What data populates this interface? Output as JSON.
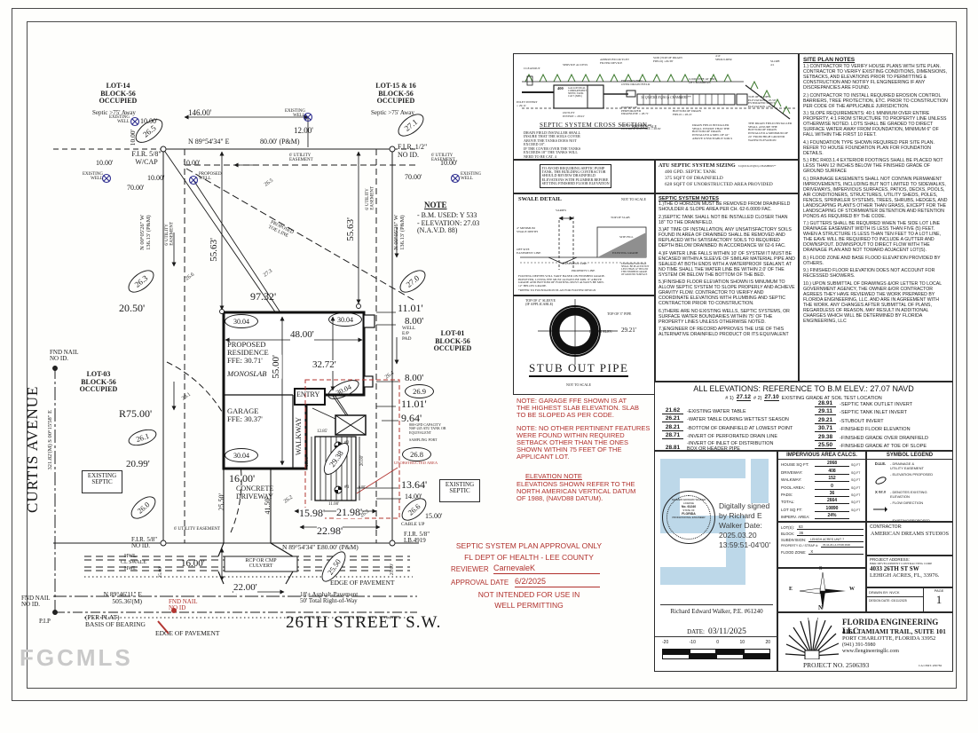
{
  "watermark": "FGCMLS",
  "plan": {
    "street": "26TH STREET S.W.",
    "avenue": "CURTIS AVENUE",
    "avenue_bearing": "321.82'(M) S 00°15'58\" E",
    "lot14": "LOT-14\nBLOCK-56\nOCCUPIED",
    "lot14_septic": "Septic >75' Away",
    "lot1516": "LOT-15 & 16\nBLOCK-56\nOCCUPIED",
    "lot1516_septic": "Septic >75' Away",
    "lot03": "LOT-03\nBLOCK-56\nOCCUPIED",
    "lot01": "LOT-01\nBLOCK-56\nOCCUPIED",
    "bearing_top": "N 89°54'34\" E",
    "dim_80": "80.00' (P&M)",
    "dim_146": "146.00'",
    "dim_12": "12.00'",
    "existing_well": "EXISTING\nWELL",
    "proposed_well": "PROPOSED\nWELL",
    "fir_cap": "F.I.R. 5/8\"\nW/CAP",
    "fir_half": "F.I.R. 1/2\"\nNO ID.",
    "fir_noid": "F.I.R. 5/8\"\nNO ID.",
    "fir_lb": "F.I.R. 5/8\"\nLB.4919",
    "cable_up": "CABLE  UP",
    "dim_10": "10.00'",
    "dim_70": "70.00'",
    "easement": "6' UTILITY\nEASEMENT",
    "easement_h": "6' UTILITY EASEMENT",
    "bearing_west": "N 00°05'26\" W\n136.13' (P&M)",
    "dim_5563": "55.63'",
    "dim_9732": "97.32'",
    "dim_2050": "20.50'",
    "dim_1101": "11.01'",
    "dim_800": "8.00'",
    "note_title": "NOTE",
    "note_body": "- B.M. USED: Y 533\n- ELEVATION: 27.03\n  (N.A.V.D. 88)",
    "toe_line": "PROPOSED\nTOE LINE",
    "house": "PROPOSED\nRESIDENCE\nFFE:  30.71'",
    "monoslab": "MONOSLAB",
    "dim_4800": "48.00'",
    "dim_3272": "32.72'",
    "dim_5500": "55.00'",
    "garage": "GARAGE\nFFE:  30.37'",
    "entry": "ENTRY",
    "walkway": "WALKWAY",
    "well_pad": "WELL\nE/P\nPAD",
    "dim_964": "9.64'",
    "atu_tank": "800-GPD CAPACITY\nNSF-245 ATU TANK OR\nEQUIVALENT",
    "sampling_port": "SAMPLING PORT",
    "unobstructed": "UNOBSTRUCTED AREA",
    "dim_1364": "13.64'",
    "dim_1400": "14.00'",
    "dim_1500": "15.00'",
    "existing_septic": "EXISTING\nSEPTIC",
    "r75": "R75.00'",
    "dim_2099": "20.99'",
    "dim_1600": "16.00'",
    "driveway": "CONCRETE\nDRIVEWAY",
    "dim_2550": "25.50'",
    "dim_4150": "41.50'",
    "dim_1285": "12.85'",
    "dim_2000": "20.00'",
    "dim_1100": "11.00'",
    "dim_600": "6.00'",
    "boring1": "#1",
    "boring2": "#2",
    "dim_1598": "15.98'",
    "dim_2198": "21.98'",
    "dim_2298": "22.98'",
    "hwl": "HWL",
    "cl_swale": "CL SWALE",
    "culvert": "RCP OR CMP\nCULVERT",
    "dim_2200": "22.00'",
    "dim_2500": "25.00'",
    "edge_pavement": "EDGE OF PAVEMENT",
    "asphalt": "18'± Asphalt-Pavement\n50' Total Right-of-Way",
    "basis_bearing": "N 89°46'11\" E\n505.36'(M)",
    "per_plat": "(PER PLAT)\nBASIS OF BEARING",
    "fnd_nail": "FND NAIL\nNO ID.",
    "pip": "P.I.P",
    "fnd_nail_red": "FND NAIL\nNO ID",
    "ovals": [
      "26.5",
      "26.3",
      "27.1",
      "27.0",
      "30.04",
      "30.04",
      "30.04",
      "30.04",
      "26.9",
      "26.8",
      "26.6",
      "26.1",
      "26.0",
      "29.38",
      "25.50"
    ],
    "spots": [
      "26.5",
      "26.6",
      "27.3",
      "28.1",
      "26.2",
      "26.3",
      "26.4"
    ]
  },
  "red_notes": {
    "garage": "NOTE: GARAGE FFE SHOWN IS AT\nTHE HIGHEST SLAB ELEVATION. SLAB\nTO BE SLOPED AS PER CODE.",
    "features": "NOTE: NO OTHER PERTINENT FEATURES\nWERE FOUND WITHIN REQUIRED\nSETBACK OTHER THAN THE ONES\nSHOWN WITHIN 75 FEET OF THE\nAPPLICANT LOT.",
    "elev_title": "ELEVATION NOTE",
    "elev_body": "ELEVATIONS SHOWN REFER TO THE\nNORTH AMERICAN VERTICAL DATUM\nOF 1988, (NAVD88 DATUM)."
  },
  "approval": {
    "line1": "SEPTIC SYSTEM PLAN  APPROVAL ONLY",
    "line2": "FL DEPT OF HEALTH - LEE COUNTY",
    "reviewer_label": "REVIEWER",
    "reviewer": "CarnevaleK",
    "date_label": "APPROVAL DATE",
    "date": "6/2/2025",
    "line3": "NOT INTENDED FOR USE IN",
    "line4": "WELL PERMITTING"
  },
  "cross": {
    "title": "SEPTIC SYSTEM CROSS SECTION",
    "nts": "NOT TO SCALE",
    "cleanout": "CLEANOUT",
    "service": "SERVICE ACCESS",
    "filter": "APPROVED OUTLET\nFILTER DEVICE",
    "sod": "SOD (TOP OF DRAIN\nFIELD) =29.38'",
    "shoulder": "4'-6'\nSHOULDER",
    "slope": "SLOPE\n4:1",
    "inlet": "INLET INVERT\n=  29.11'",
    "tank400": "400",
    "tank": "GALLON DUAL\nCOMPARTMENT\nSEPTIC TANK\nCAT 3 (MIN.)",
    "outlet": "OUTLET\nINVERT =  28.91'",
    "fabric": "FILTER FABRIC\nOVER DRAIN FIELD",
    "chambers": "34 QUICK4 EQ36 lp CHAMBERS**",
    "look": "LOOK PIPE AT END\nOF CHAMBERS",
    "bottom": "BOTTOM OF DRAIN\nFIELD  =  28.21'",
    "perf": "INVERT OF\nPERFORATED\nDRAINLINE =  28.71'",
    "dbox": "INVERT OF INLET OF\nDISTRIBUTION BOX =  28.81'",
    "toe": "TOE OF SLOPE\nELEVATION = 25.50'\nESTIMATED SHWT\nELEVATION =26.21'",
    "installer1": "DRAIN FIELD INSTALLER\nSHALL INSURE THAT THE\nBOTTOM OF DRAIN\nINSTALLED A MIN. OF 42\"\nABOVE UNSUITABLE SOILS",
    "installer2": "THE DRAIN FIELD INSTALLER\nSHALL ASSURE THE\nBOTTOM OF DRAIN\nINSTALLED A MINIMUM OF\n24\" FROM HIGH GROUND\nWATER ELEVATION",
    "note1": "DRAIN FIELD INSTALLER SHALL\nINSURE THAT THE SOILS COVER\nABOVE THE TANKS DOES NOT\nEXCEED 18\".\nIF THE COVER OVER THE TANKS\nEXCEEDS 18\" THE TANKS WILL\nNEED TO BE CAT. 4",
    "note2": "TO AVOID REQUIRING SEPTIC PUMP\nTANK, THE BUILDING CONTRACTOR\nSHOULD REVIEW DRAINFIELD\nELEVATIONS WITH PLUMBER BEFORE\nSETTING FINISHED FLOOR ELEVATION"
  },
  "swale": {
    "title": "SWALE DETAIL",
    "nts": "NOT TO SCALE",
    "varies": "VARIES",
    "top_slab": "TOP OF SLAB",
    "site_fill": "SITE FILL",
    "existing_grade": "EXISTING GRADE",
    "easement_line": "EASEMENT LINE",
    "property_line": "PROPERTY LINE",
    "min_depth": "4\" MINIMUM\nSWALE DEPTH",
    "offsite": "OFF SITE\nEASEMENT LINE",
    "footing": "EXTERIOR FOOTINGS\nSHALL BE PLACED NOT\nLESS THAN 12\" BELOW\nTHE FINISHED GRADE\nOF GROUND SURFACE",
    "note": "FOOTING DEPTHS WILL VARY BASED ON FINISHED GRADE.\nHOWEVER, LIVING FFE MUST ALWAYS BE MIN. 8\" ABOVE\nGRADE AND BOTTOM OF FOOTING MUST ALWAYS BE MIN.\n12\" BELOW GRADE.",
    "note2": "*REFER TO FOUNDATION PLAN FOR FOOTER DESIGN"
  },
  "stub": {
    "title": "STUB OUT PIPE",
    "nts": "NOT TO SCALE",
    "sleeve": "TOP OF 4\" SLEEVE\n(IF APPLICABLE)",
    "pipe": "TOP OF 3\" PIPE",
    "invert_label": "INVERT ELEV:",
    "invert": "29.21'"
  },
  "sizing": {
    "title": "ATU  SEPTIC SYSTEM SIZING",
    "chambers": "34 QUICK4 EQ36 lp CHAMBERS**",
    "rows": [
      "400  GPD. SEPTIC TANK",
      "375  SQFT  OF DRAINFIELD",
      "628  SQFT OF UNOBSTRUCTED AREA PROVIDED"
    ]
  },
  "septic_notes": {
    "title": "SEPTIC SYSTEM NOTES",
    "items": [
      "1.)THE O HORIZON MUST BE REMOVED FROM DRAINFIELD SHOULDER & SLOPE AREA PER CH. 62-6.0009 FAC.",
      "2.)SEPTIC TANK SHALL NOT BE INSTALLED CLOSER THAN 18\" TO THE DRAINFIELD.",
      "3.)AT TIME OF INSTALLATION, ANY UNSATISFACTORY SOILS FOUND IN AREA OF DRAINBED SHALL BE REMOVED AND REPLACED WITH SATISFACTORY SOILS TO REQUIRED DEPTH BELOW DRAINBED IN ACCORDANCE W/ 62-6 FAC.",
      "4.)IF WATER LINE FALLS WITHIN 10' OF SYSTEM IT MUST BE ENCASED WITHIN A SLEEVE OF SIMILAR MATERIAL PIPE AND SEALED AT BOTH ENDS WITH A WATERPROOF SEALANT. AT NO TIME SHALL THE WATER LINE BE WITHIN 2.0' OF THE SYSTEM OR BELOW THE BOTTOM OF THE BED.",
      "5.)FINISHED FLOOR ELEVATION SHOWN IS MINUMUM TO ALLOW SEPTIC SYSTEM TO SLOPE PROPERLY AND ACHIEVE GRAVITY FLOW. CONTRACTOR TO VERIFY AND COORDINATE ELEVATIONS WITH PLUMBING AND SEPTIC CONTRACTOR PRIOR TO CONSTRUCTION.",
      "6.)THERE ARE NO EXISTING WELLS, SEPTIC SYSTEMS, OR SURFACE WATER BOUNDARIES WITHIN 75' OF THE PROPERTY LINES UNLESS OTHERWISE NOTED.",
      "7.)ENGINEER OF RECORD APPROVES THE USE OF THIS ALTERNATIVE DRAINFIELD PRODUCT OR ITS EQUIVALENT"
    ]
  },
  "spn": {
    "title": "SITE PLAN NOTES",
    "items": [
      "1.) CONTRACTOR TO VERIFY HOUSE PLANS WITH SITE PLAN. CONTRACTOR TO VERIFY EXISTING CONDITIONS, DIMENSIONS, SETBACKS, AND ELEVATIONS PRIOR TO PERMITTING & CONSTRUCTION AND NOTIFY FL ENGINEERING IF ANY DISCREPANCIES ARE FOUND.",
      "2.) CONTRACTOR TO INSTALL REQUIRED EROSION CONTROL BARRIERS, TREE PROTECTION, ETC. PRIOR TO CONSTRUCTION PER CODE OF THE APPLICABLE JURISDICTION.",
      "3.) SLOPE REQUIREMENTS: 40:1 MINIMUM OVER ENTIRE PROPERTY, 4:1 FROM STRUCTURE TO PROPERTY LINE UNLESS OTHERWISE NOTED. LOTS SHALL BE GRADED TO DIRECT SURFACE WATER AWAY FROM FOUNDATION, MINIMUM 6\" OF FALL WITHIN THE FIRST 10 FEET.",
      "4.) FOUNDATION TYPE SHOWN REQUIRED PER SITE PLAN. REFER TO HOUSE FOUNDATION PLAN FOR FOUNDATION DETAILS.",
      "5.) FBC R403.1.4 EXTERIOR FOOTINGS SHALL BE PLACED NOT LESS THAN 12 INCHES BELOW THE FINISHED GRADE OF GROUND SURFACE",
      "6.) DRAINAGE EASEMENTS SHALL NOT CONTAIN PERMANENT IMPROVEMENTS, INCLUDING BUT NOT LIMITED TO SIDEWALKS, DRIVEWAYS, IMPERVIOUS SURFACES, PATIOS, DECKS, POOLS, AIR CONDITIONERS, STRUCTURES, UTILITY SHEDS, POLES, FENCES, SPRINKLER SYSTEMS, TREES, SHRUBS, HEDGES, AND LANDSCAPING PLANTS OTHER THAN GRASS, EXCEPT FOR THE LANDSCAPING OF STORMWATER DETENTION AND RETENTION PONDS AS REQUIRED BY THE CODE.",
      "7.) GUTTERS SHALL BE REQUIRED WHEN THE SIDE LOT LINE DRAINAGE EASEMENT WIDTH IS LESS THAN FIVE (5) FEET. WHEN A STRUCTURE IS LESS THAN TEN FEET TO A LOT LINE, THE EAVE WILL BE REQUIRED TO INCLUDE A GUTTER AND DOWNSPOUT. DOWNSPOUT TO DIRECT FLOW WITH THE DRAINAGE PLAN AND NOT TOWARD ADJACENT LOT(S).",
      "8.) FLOOD ZONE AND BASE FLOOD ELEVATION PROVIDED BY OTHERS.",
      "9.) FINISHED FLOOR ELEVATION DOES NOT ACCOUNT FOR RECESSED SHOWERS.",
      "10.) UPON SUBMITTAL OF DRAWINGS &/OR LETTER TO LOCAL GOVERNMENT AGENCY, THE OWNER &/OR CONTRACTOR AGREES THEY HAVE REVIEWED THE WORK PREPARED BY FLORIDA ENGINEERING, LLC. AND ARE IN AGREEMENT WITH THE WORK. ANY CHANGES AFTER SUBMITTAL OF PLANS, REGARDLESS OF REASON, MAY RESULT IN ADDITIONAL CHARGES WHICH WILL BE DETERMINED BY FLORIDA ENGINEERING, LLC"
    ]
  },
  "elev": {
    "title": "ALL ELEVATIONS: REFERENCE TO B.M ELEV.: 27.07   NAVD",
    "s1l": "# 1)",
    "s1": "27.12",
    "s2l": "# 2)",
    "s2": "27.10",
    "sdesc": "EXISTING GRADE AT SOIL TEST LOCATION",
    "left": [
      {
        "v": "21.62",
        "d": "-EXISTING WATER TABLE"
      },
      {
        "v": "26.21",
        "d": "-WATER TABLE DURING WETTEST SEASON"
      },
      {
        "v": "28.21",
        "d": "-BOTTOM OF DRAINFIELD AT LOWEST POINT"
      },
      {
        "v": "28.71",
        "d": "-INVERT OF PERFORATED  DRAIN LINE"
      },
      {
        "v": "28.81",
        "d": "-INVERT OF INLET OF DISTRIBUTION\nBOX OR HEADER PIPE"
      }
    ],
    "right": [
      {
        "v": "28.91",
        "d": "-SEPTIC TANK OUTLET INVERT"
      },
      {
        "v": "29.11",
        "d": "-SEPTIC TANK INLET INVERT"
      },
      {
        "v": "29.21",
        "d": "-STUBOUT INVERT"
      },
      {
        "v": "30.71",
        "d": "-FINISHED FLOOR ELEVATION"
      },
      {
        "v": "29.38",
        "d": "-FINISHED GRADE OVER DRAINFIELD"
      },
      {
        "v": "25.50",
        "d": "-FINISHED GRADE AT TOE OF SLOPE"
      }
    ]
  },
  "calcs": {
    "title": "IMPERVIOUS AREA CALCS.",
    "rows": [
      {
        "l": "HOUSE SQ FT:",
        "v": "2068",
        "u": "SQ.FT"
      },
      {
        "l": "DRIVEWAY:",
        "v": "408",
        "u": "SQ.FT"
      },
      {
        "l": "WALKWAY:",
        "v": "152",
        "u": "SQ.FT"
      },
      {
        "l": "POOL AREA:",
        "v": "0",
        "u": "SQ.FT"
      },
      {
        "l": "PADS:",
        "v": "36",
        "u": "SQ.FT"
      },
      {
        "l": "TOTAL:",
        "v": "2664",
        "u": "SQ.FT"
      },
      {
        "l": "LOT SQ FT:",
        "v": "10890",
        "u": "SQ.FT"
      },
      {
        "l": "IMPERV. AREA:",
        "v": "24%",
        "u": ""
      }
    ]
  },
  "legend": {
    "title": "SYMBOL LEGEND",
    "due_sym": "D.U.E.",
    "due": "- DRAINAGE &\n  UTILITY EASEMENT",
    "oval": "- ELEVATION PROPOSED",
    "x_sym": "X ##.#",
    "x": "- DENOTES EXISTING\n  ELEVATION",
    "flow": "- FLOW DIRECTION",
    "well": "- EXISTING/PROPOSED\n  WELL",
    "boring": "- DENOTES SOIL\n  BORING LOCATION"
  },
  "sig": {
    "digital": "Digitally signed by Richard E Walker Date: 2025.03.20 13:59:51-04'00'",
    "seal_name": "RICHARD EDWARD WALKER",
    "seal_license": "LICENSE",
    "seal_no": "No. 61240",
    "seal_state": "STATE OF",
    "seal_fl": "FLORIDA",
    "seal_title": "PROFESSIONAL ENGINEER",
    "pe_line": "Richard Edward Walker, P.E. #61240",
    "date_label": "DATE:",
    "date": "03/11/2025"
  },
  "scale": {
    "ticks": [
      "-20",
      "-10",
      "0",
      "10",
      "20"
    ]
  },
  "lot_info": {
    "lot_label": "LOT(S):",
    "lot": "63",
    "block_label": "BLOCK:",
    "block": "36",
    "sub_label": "SUBDIVISION:",
    "sub": "LEHIGH ACRES UNIT 7",
    "strap_label": "PROPERTY ID / STRAP #:",
    "strap": "35-44-26-L4-07036.0630",
    "flood_label": "FLOOD ZONE:",
    "flood": "X"
  },
  "contractor": {
    "label": "CONTRACTOR:",
    "name": "AMERICAN DREAMS STUDIOS"
  },
  "address": {
    "label": "PROJECT ADDRESS:",
    "line1": "H&R DEVELOPMENT CONTRACTING CORP",
    "line2": "4033 26TH ST SW",
    "line3": "LEHIGH ACRES, FL, 33976."
  },
  "tb": {
    "drawn_by": "DRAWN BY:  NVCK",
    "page_label": "PAGE",
    "design_date": "DESIGN DATE: 03/11/2025",
    "page": "1"
  },
  "compass": {
    "n": "N",
    "s": "S",
    "e": "E",
    "w": "W"
  },
  "firm": {
    "name": "FLORIDA ENGINEERING LLC",
    "addr1": "4161 TAMIAMI TRAIL, SUITE 101",
    "addr2": "PORT CHARLOTTE, FLORIDA 33952",
    "phone": "(941) 391-5980",
    "web": "www.flengineeringllc.com",
    "project_no": "PROJECT NO. 2506393",
    "ca_cert": "CA CERT. #30782"
  }
}
